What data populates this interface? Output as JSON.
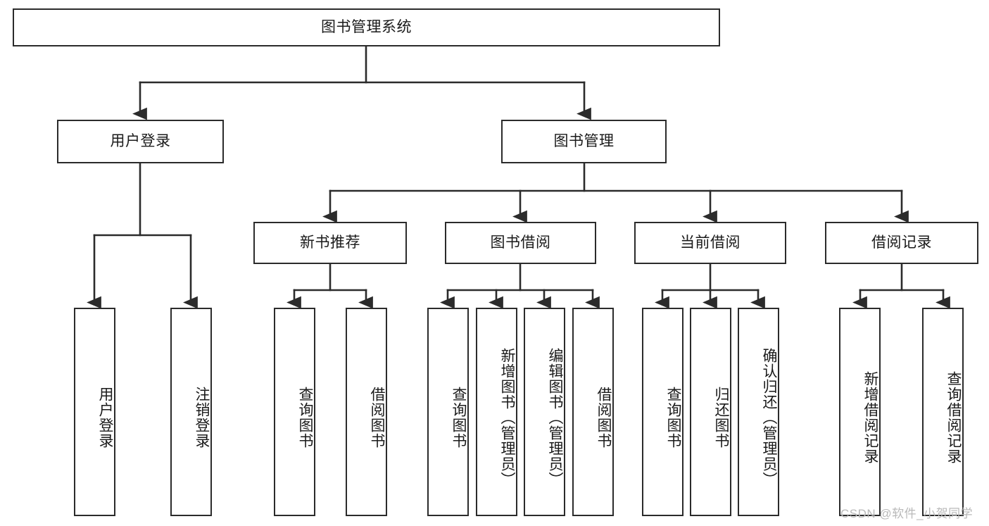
{
  "diagram": {
    "title": "图书管理系统",
    "type": "tree-hierarchy-diagram",
    "orientation": "top-down",
    "colors": {
      "box_border": "#2b2b2b",
      "box_fill": "#ffffff",
      "edge": "#2b2b2b",
      "text": "#1a1a1a",
      "watermark": "#b9b9b9",
      "canvas": "#ffffff"
    },
    "root": {
      "label": "图书管理系统",
      "text_direction": "horizontal"
    },
    "level2": [
      {
        "label": "用户登录",
        "text_direction": "horizontal"
      },
      {
        "label": "图书管理",
        "text_direction": "horizontal"
      }
    ],
    "level3": [
      {
        "label": "新书推荐",
        "text_direction": "horizontal"
      },
      {
        "label": "图书借阅",
        "text_direction": "horizontal"
      },
      {
        "label": "当前借阅",
        "text_direction": "horizontal"
      },
      {
        "label": "借阅记录",
        "text_direction": "horizontal"
      }
    ],
    "leaves": {
      "user_login": [
        {
          "label": "用户登录",
          "text_direction": "vertical"
        },
        {
          "label": "注销登录",
          "text_direction": "vertical"
        }
      ],
      "new_book_recommend": [
        {
          "label": "查询图书",
          "text_direction": "vertical"
        },
        {
          "label": "借阅图书",
          "text_direction": "vertical"
        }
      ],
      "book_borrow": [
        {
          "label": "查询图书",
          "text_direction": "vertical"
        },
        {
          "label": "新增图书（管理员）",
          "text_direction": "vertical"
        },
        {
          "label": "编辑图书（管理员）",
          "text_direction": "vertical"
        },
        {
          "label": "借阅图书",
          "text_direction": "vertical"
        }
      ],
      "current_borrow": [
        {
          "label": "查询图书",
          "text_direction": "vertical"
        },
        {
          "label": "归还图书",
          "text_direction": "vertical"
        },
        {
          "label": "确认归还（管理员）",
          "text_direction": "vertical"
        }
      ],
      "borrow_record": [
        {
          "label": "新增借阅记录",
          "text_direction": "vertical"
        },
        {
          "label": "查询借阅记录",
          "text_direction": "vertical"
        }
      ]
    },
    "watermark": "CSDN @软件_小贺同学"
  }
}
